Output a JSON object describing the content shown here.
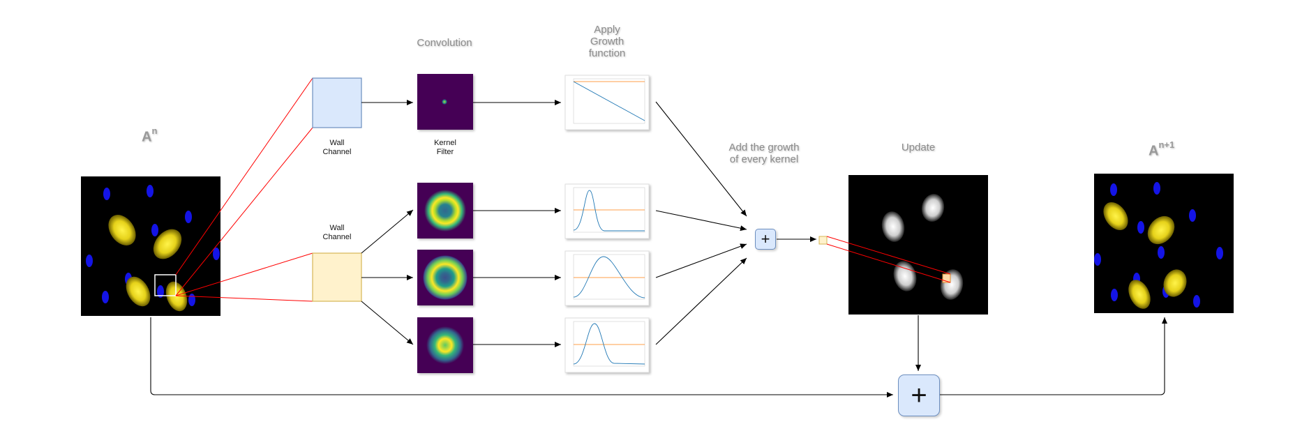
{
  "titles": {
    "state_in_base": "A",
    "state_in_sup": "n",
    "state_out_base": "A",
    "state_out_sup": "n+1"
  },
  "labels": {
    "convolution": "Convolution",
    "apply_growth": [
      "Apply",
      "Growth",
      "function"
    ],
    "add_growth": [
      "Add the growth",
      "of every kernel"
    ],
    "update": "Update",
    "wall_channel_top": [
      "Wall",
      "Channel"
    ],
    "wall_channel_mid": [
      "Wall",
      "Channel"
    ],
    "kernel_filter": [
      "Kernel",
      "Filter"
    ]
  },
  "buttons": {
    "small_plus": "+",
    "big_plus": "+"
  },
  "colors": {
    "blue_fill": "#dae8fc",
    "blue_stroke": "#6c8ebf",
    "orange_fill": "#fff2cc",
    "orange_stroke": "#d6b656",
    "red_line": "#ff0000",
    "kernel_bg": "#440154",
    "creature_yellow": "#e6d21a",
    "wall_blue": "#1414e6"
  },
  "icons": {
    "plus": "plus-icon"
  }
}
